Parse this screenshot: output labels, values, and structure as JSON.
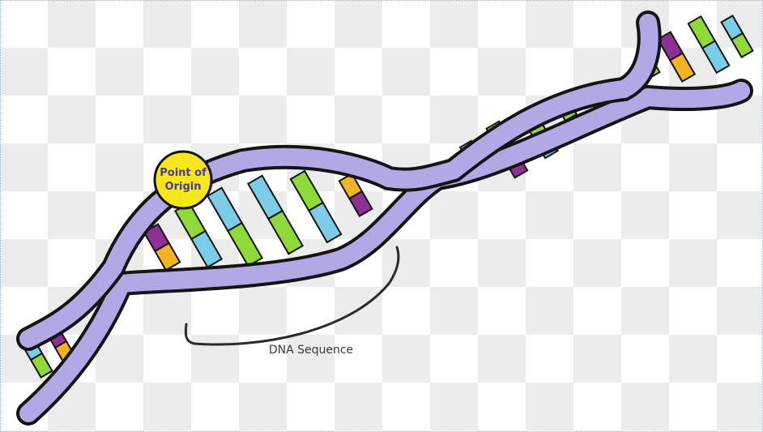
{
  "diagram": {
    "origin_label_line1": "Point of",
    "origin_label_line2": "Origin",
    "sequence_label": "DNA Sequence"
  },
  "colors": {
    "backbone": "#b3a8e6",
    "outline": "#141414",
    "marker_fill": "#f5e71b",
    "base_green": "#8fd93b",
    "base_blue": "#7ccbe8",
    "base_purple": "#8e2f96",
    "base_orange": "#f4b327"
  }
}
